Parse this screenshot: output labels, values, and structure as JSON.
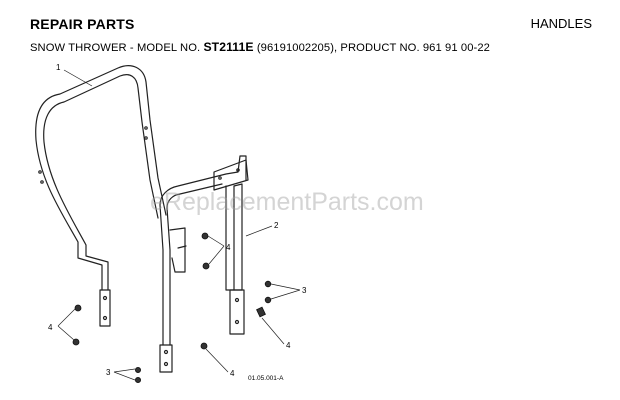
{
  "header": {
    "title_left": "REPAIR PARTS",
    "title_right": "HANDLES",
    "model_prefix": "SNOW THROWER - MODEL NO.",
    "model_number": "ST2111E",
    "model_suffix": "(96191002205), PRODUCT NO. 961 91 00-22"
  },
  "watermark": "eReplacementParts.com",
  "callouts": {
    "upper_handle": "1",
    "lower_handle": "2",
    "bolt_left": "4",
    "bolt_center": "4",
    "bolt_right": "4",
    "bolt_bottom": "4",
    "nut_bottom": "3",
    "nut_right": "3"
  },
  "figure_code": "01.05.001-A"
}
